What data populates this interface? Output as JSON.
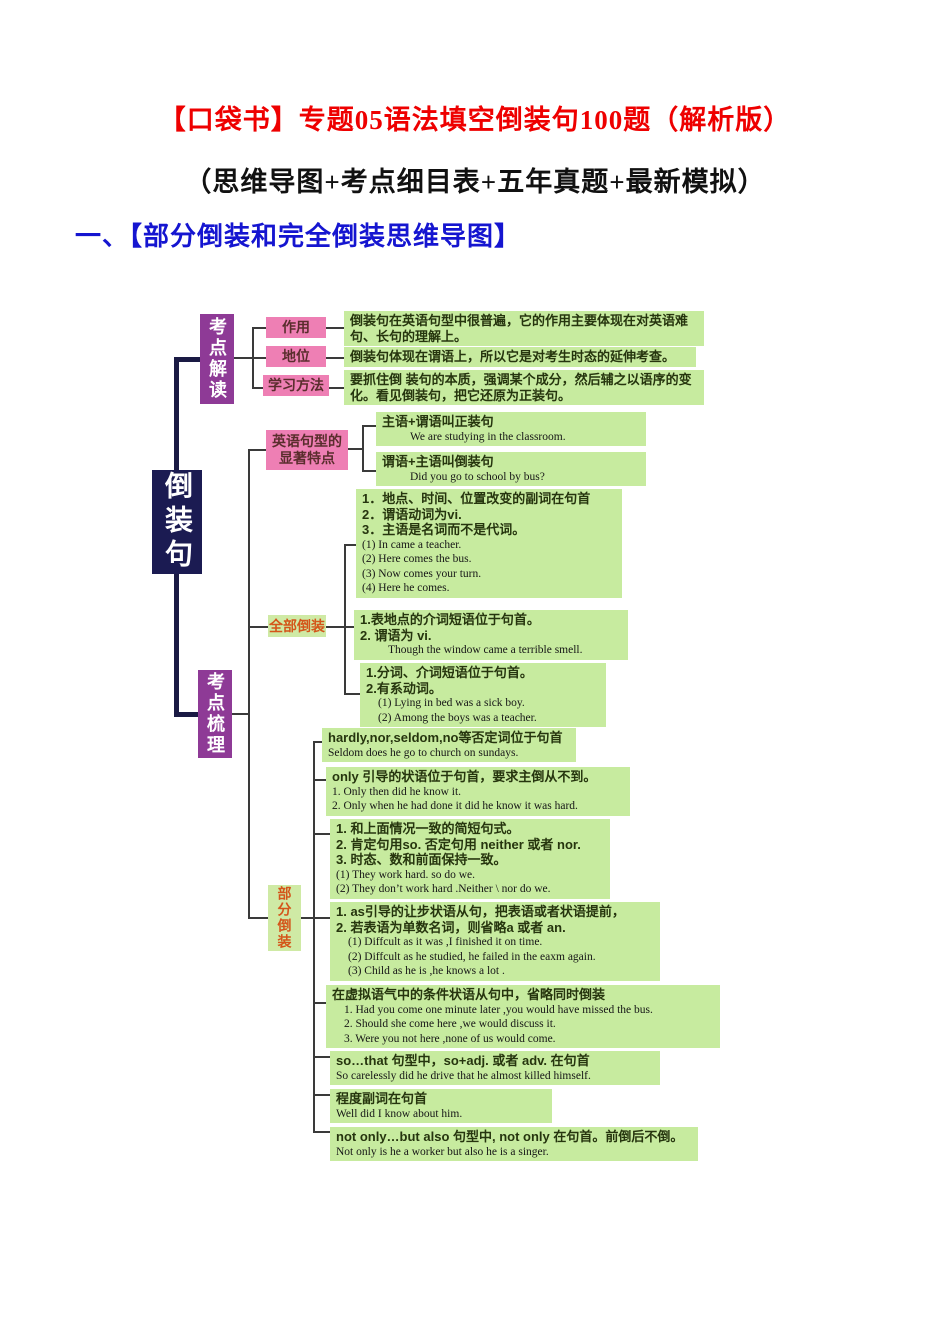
{
  "page": {
    "title": "【口袋书】专题05语法填空倒装句100题（解析版）",
    "subtitle": "（思维导图+考点细目表+五年真题+最新模拟）",
    "section_heading": "一、【部分倒装和完全倒装思维导图】"
  },
  "colors": {
    "title_red": "#ee0000",
    "heading_blue": "#1515d0",
    "root_navy": "#1b1b52",
    "node_purple": "#8e3a96",
    "label_pink": "#ee7fb4",
    "label_green": "#cfeaa5",
    "label_orange_text": "#d4551a",
    "box_green": "#c7eb9f"
  },
  "mindmap": {
    "root": "倒装句",
    "analysis": {
      "label": "考点解读",
      "branches": [
        {
          "label": "作用",
          "text": "倒装句在英语句型中很普遍，它的作用主要体现在对英语难句、长句的理解上。"
        },
        {
          "label": "地位",
          "text": "倒装句体现在谓语上，所以它是对考生时态的延伸考查。"
        },
        {
          "label": "学习方法",
          "text": "要抓住倒 装句的本质，强调某个成分，然后辅之以语序的变化。看见倒装句，把它还原为正装句。"
        }
      ]
    },
    "review": {
      "label": "考点梳理",
      "features": {
        "label": "英语句型的显著特点",
        "boxes": [
          {
            "lines": [
              "主语+谓语叫正装句",
              "We are studying in the classroom."
            ]
          },
          {
            "lines": [
              "谓语+主语叫倒装句",
              "Did you go to school by bus?"
            ]
          }
        ]
      },
      "full_inversion": {
        "label": "全部倒装",
        "boxes": [
          {
            "lines": [
              "1．地点、时间、位置改变的副词在句首",
              "2．谓语动词为vi.",
              "3．主语是名词而不是代词。",
              "(1) In came a teacher.",
              "(2) Here comes the bus.",
              "(3) Now comes your turn.",
              "(4) Here he comes."
            ]
          },
          {
            "lines": [
              "1.表地点的介词短语位于句首。",
              "2. 谓语为 vi.",
              "Though the window came a terrible smell."
            ]
          },
          {
            "lines": [
              "1.分词、介词短语位于句首。",
              "2.有系动词。",
              "(1) Lying in bed was a sick boy.",
              "(2) Among the boys was a teacher."
            ]
          }
        ]
      },
      "partial_inversion": {
        "label": "部分倒装",
        "boxes": [
          {
            "lines": [
              "hardly,nor,seldom,no等否定词位于句首",
              "Seldom does he go to church on sundays."
            ]
          },
          {
            "lines": [
              "only 引导的状语位于句首，要求主倒从不到。",
              "1. Only then did he know it.",
              "2. Only when he had done it did he know it was hard."
            ]
          },
          {
            "lines": [
              "1. 和上面情况一致的简短句式。",
              "2. 肯定句用so. 否定句用 neither 或者 nor.",
              "3. 时态、数和前面保持一致。",
              "(1) They work hard. so do we.",
              "(2) They don’t work hard .Neither \\ nor do we."
            ]
          },
          {
            "lines": [
              "1. as引导的让步状语从句，把表语或者状语提前，",
              "2. 若表语为单数名词，则省略a 或者 an.",
              "(1) Diffcult as it was ,I finished it on time.",
              "(2) Diffcult as he studied, he failed in the eaxm again.",
              "(3) Child as he is ,he knows a lot ."
            ]
          },
          {
            "lines": [
              "在虚拟语气中的条件状语从句中，省略同时倒装",
              "1. Had you come one minute later ,you would have missed the bus.",
              "2. Should she come here ,we would discuss it.",
              "3. Were you not here ,none of  us would come."
            ]
          },
          {
            "lines": [
              "so…that 句型中，so+adj. 或者 adv. 在句首",
              "So carelessly did he drive that he almost killed himself."
            ]
          },
          {
            "lines": [
              "程度副词在句首",
              "Well did I know about him."
            ]
          },
          {
            "lines": [
              "not only…but also 句型中, not only 在句首。前倒后不倒。",
              "Not only is  he  a worker but also he is a singer."
            ]
          }
        ]
      }
    }
  }
}
